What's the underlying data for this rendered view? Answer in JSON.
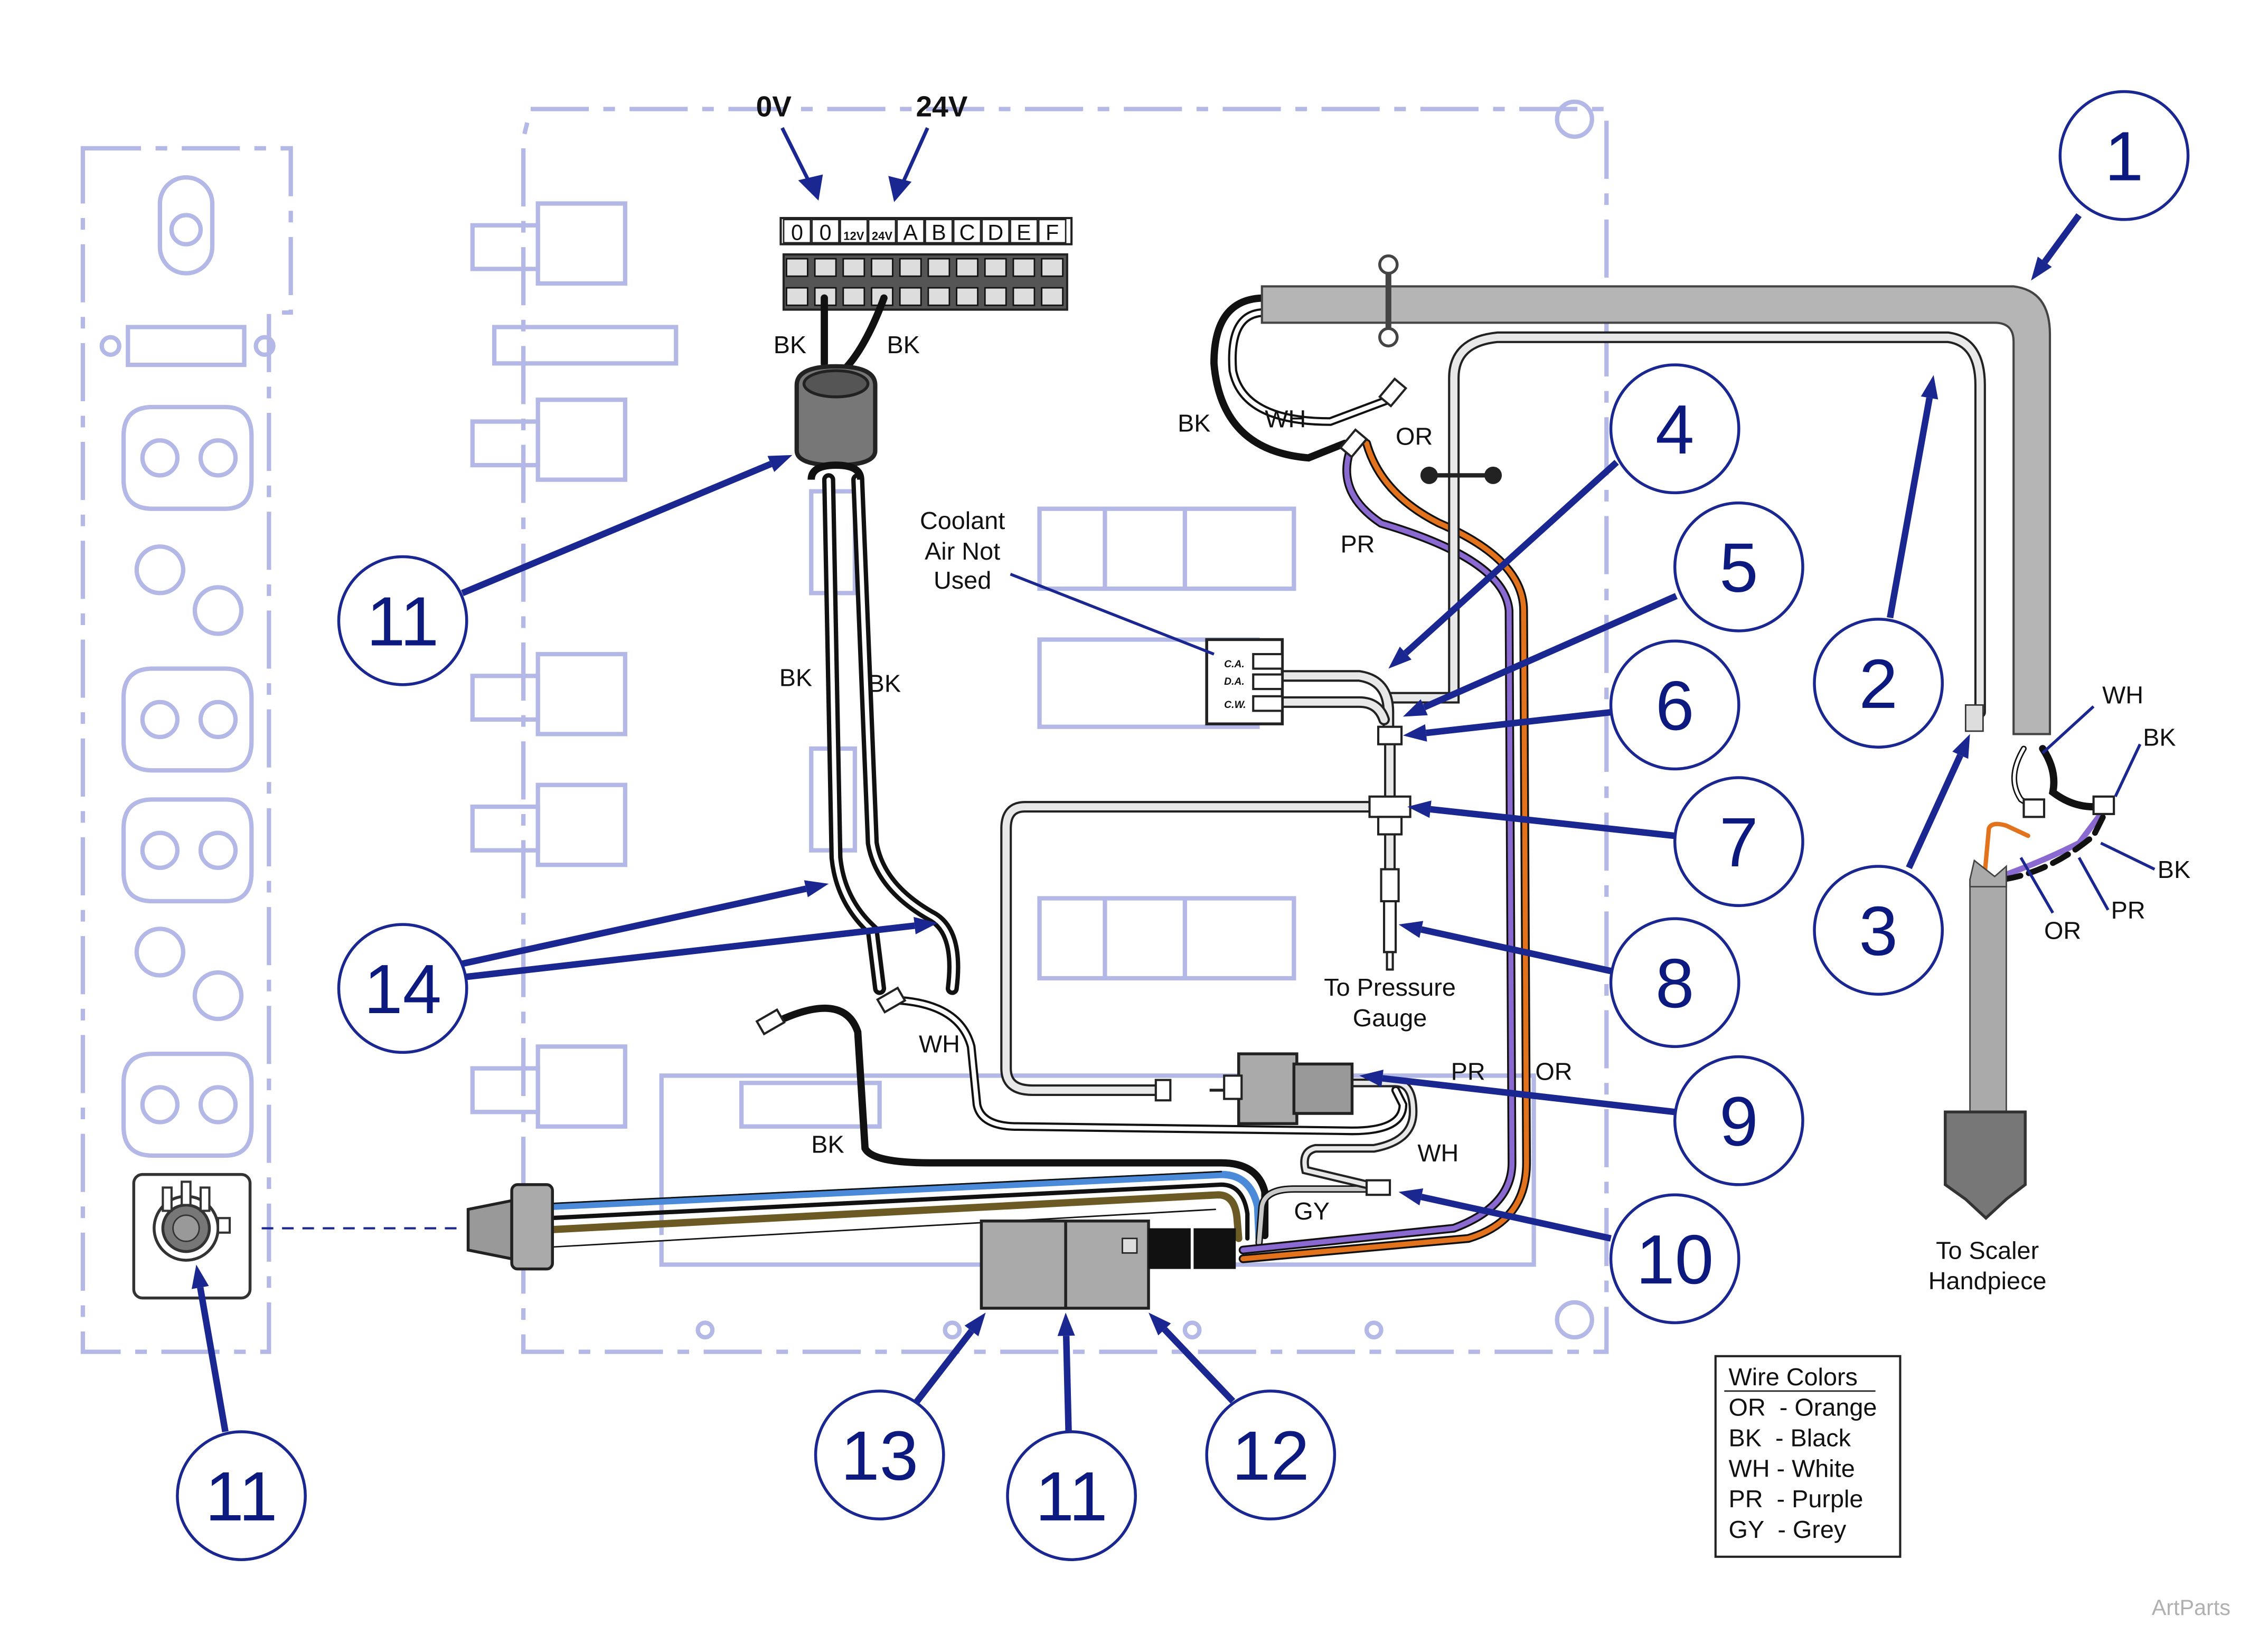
{
  "terminal": {
    "voltage_0": "0V",
    "voltage_24": "24V",
    "slots": [
      "0",
      "0",
      "12V",
      "24V",
      "A",
      "B",
      "C",
      "D",
      "E",
      "F"
    ]
  },
  "wire_labels": {
    "bk_term_left": "BK",
    "bk_term_right": "BK",
    "bk_tube_top": "BK",
    "wh_tube_top": "WH",
    "or_tube_top": "OR",
    "pr_tube_mid": "PR",
    "bk_harness_left": "BK",
    "bk_harness_right": "BK",
    "wh_harness": "WH",
    "bk_harness_low": "BK",
    "pr_lower": "PR",
    "or_lower": "OR",
    "wh_lower": "WH",
    "gy_lower": "GY",
    "wh_cable": "WH",
    "bk_cable_1": "BK",
    "bk_cable_2": "BK",
    "or_cable": "OR",
    "pr_cable": "PR"
  },
  "annotations": {
    "coolant": [
      "Coolant",
      "Air Not",
      "Used"
    ],
    "pressure_gauge": [
      "To Pressure",
      "Gauge"
    ],
    "scaler": [
      "To Scaler",
      "Handpiece"
    ],
    "valve_ca": "C.A.",
    "valve_da": "D.A.",
    "valve_cw": "C.W."
  },
  "callouts": {
    "c1": "1",
    "c2": "2",
    "c3": "3",
    "c4": "4",
    "c5": "5",
    "c6": "6",
    "c7": "7",
    "c8": "8",
    "c9": "9",
    "c10": "10",
    "c11_top": "11",
    "c11_left": "11",
    "c11_bottom": "11",
    "c12": "12",
    "c13": "13",
    "c14": "14"
  },
  "legend": {
    "title": "Wire Colors",
    "rows": [
      "OR  - Orange",
      "BK  - Black",
      "WH - White",
      "PR  - Purple",
      "GY  - Grey"
    ]
  },
  "watermark": "ArtParts",
  "colors": {
    "callout_stroke": "#1a2790",
    "wire_black": "#111111",
    "wire_orange": "#e2731c",
    "wire_purple": "#8a6ad0",
    "wire_blue": "#4a8ad8",
    "wire_olive": "#6b5a24",
    "tube_grey": "#b5b5b5",
    "ghost_outline": "#b3b8e6"
  }
}
